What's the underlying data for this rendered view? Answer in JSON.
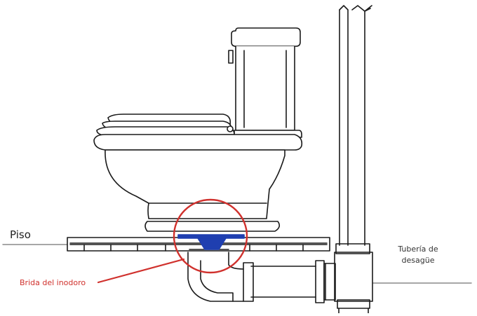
{
  "labels": {
    "floor": "Piso",
    "flange": "Brida del inodoro",
    "drain_pipe": "Tubería de desagüe"
  },
  "colors": {
    "outline": "#1a1a1a",
    "highlight_circle": "#d0312d",
    "flange_fill": "#1f3fb0",
    "guide_line": "#8a8a8a",
    "flange_label": "#d0312d"
  }
}
